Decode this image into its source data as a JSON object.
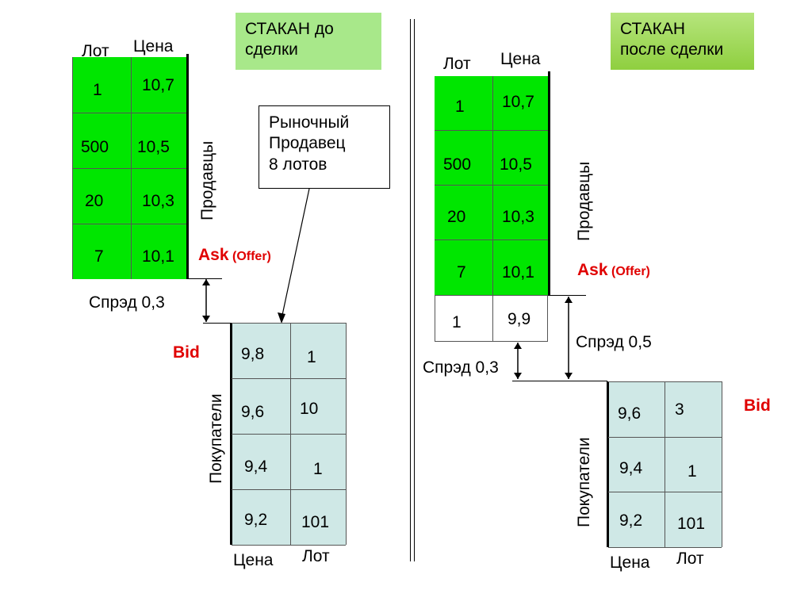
{
  "left": {
    "title": [
      "СТАКАН до",
      "сделки"
    ],
    "header_lot": "Лот",
    "header_price": "Цена",
    "sellers": [
      {
        "lot": "1",
        "price": "10,7"
      },
      {
        "lot": "500",
        "price": "10,5"
      },
      {
        "lot": "20",
        "price": "10,3"
      },
      {
        "lot": "7",
        "price": "10,1"
      }
    ],
    "sellers_label": "Продавцы",
    "ask_label": "Ask",
    "offer_label": "(Offer)",
    "spread_label": "Спрэд 0,3",
    "bid_label": "Bid",
    "buyers_label": "Покупатели",
    "buyers": [
      {
        "price": "9,8",
        "lot": "1"
      },
      {
        "price": "9,6",
        "lot": "10"
      },
      {
        "price": "9,4",
        "lot": "1"
      },
      {
        "price": "9,2",
        "lot": "101"
      }
    ],
    "footer_price": "Цена",
    "footer_lot": "Лот"
  },
  "callout": [
    "Рыночный",
    "Продавец",
    "8 лотов"
  ],
  "right": {
    "title": [
      "СТАКАН",
      "после сделки"
    ],
    "header_lot": "Лот",
    "header_price": "Цена",
    "sellers": [
      {
        "lot": "1",
        "price": "10,7"
      },
      {
        "lot": "500",
        "price": "10,5"
      },
      {
        "lot": "20",
        "price": "10,3"
      },
      {
        "lot": "7",
        "price": "10,1"
      }
    ],
    "residual": {
      "lot": "1",
      "price": "9,9"
    },
    "sellers_label": "Продавцы",
    "ask_label": "Ask",
    "offer_label": "(Offer)",
    "spread_05_label": "Спрэд 0,5",
    "spread_03_label": "Спрэд 0,3",
    "bid_label": "Bid",
    "buyers_label": "Покупатели",
    "buyers": [
      {
        "price": "9,6",
        "lot": "3"
      },
      {
        "price": "9,4",
        "lot": "1"
      },
      {
        "price": "9,2",
        "lot": "101"
      }
    ],
    "footer_price": "Цена",
    "footer_lot": "Лот"
  },
  "colors": {
    "green": "#00e600",
    "title_green_light": "#a8e88a",
    "title_green_dark": "#7fbf2f",
    "buyer_blue": "#cfe8e6",
    "red": "#e00000"
  }
}
